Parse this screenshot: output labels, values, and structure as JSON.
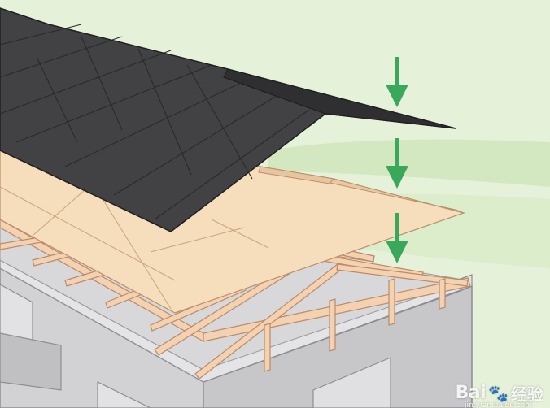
{
  "scene": {
    "subject": "roof layers: shingles, sheathing, trusses",
    "colors": {
      "background": "#e4f0d6",
      "grass": "#c9e3b0",
      "shingle": "#3f3f41",
      "shingle_edge": "#2b2b2c",
      "sheathing": "#f5dcb9",
      "truss": "#f3cfae",
      "wall": "#cfcfd1",
      "wall_dark": "#b8b8bb",
      "arrow": "#3aa657"
    },
    "arrow_icon": "down-arrow-icon"
  },
  "watermark": {
    "brand": "Bai",
    "paw": "🐾",
    "brand2": "经验",
    "url": "jingyan.baidu.com"
  }
}
